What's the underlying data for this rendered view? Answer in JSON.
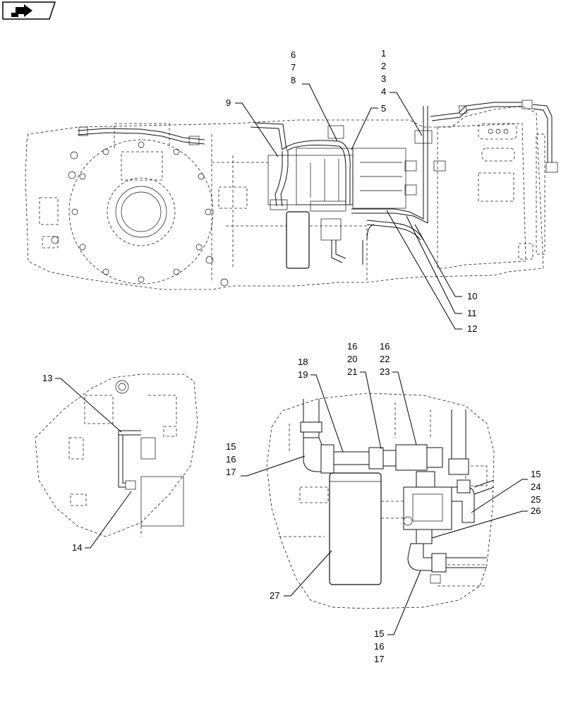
{
  "toolbar": {
    "nav_icon": "arrow-right-icon"
  },
  "callouts": {
    "c6": "6",
    "c7": "7",
    "c8": "8",
    "c1": "1",
    "c2": "2",
    "c3": "3",
    "c4": "4",
    "c5": "5",
    "c9": "9",
    "c10": "10",
    "c11": "11",
    "c12": "12",
    "c13": "13",
    "c14": "14",
    "c16a": "16",
    "c20": "20",
    "c21": "21",
    "c16b": "16",
    "c22": "22",
    "c23": "23",
    "c18": "18",
    "c19": "19",
    "c15a": "15",
    "c16c": "16",
    "c17a": "17",
    "c15b": "15",
    "c24": "24",
    "c25": "25",
    "c26": "26",
    "c27": "27",
    "c15c": "15",
    "c16d": "16",
    "c17b": "17"
  }
}
